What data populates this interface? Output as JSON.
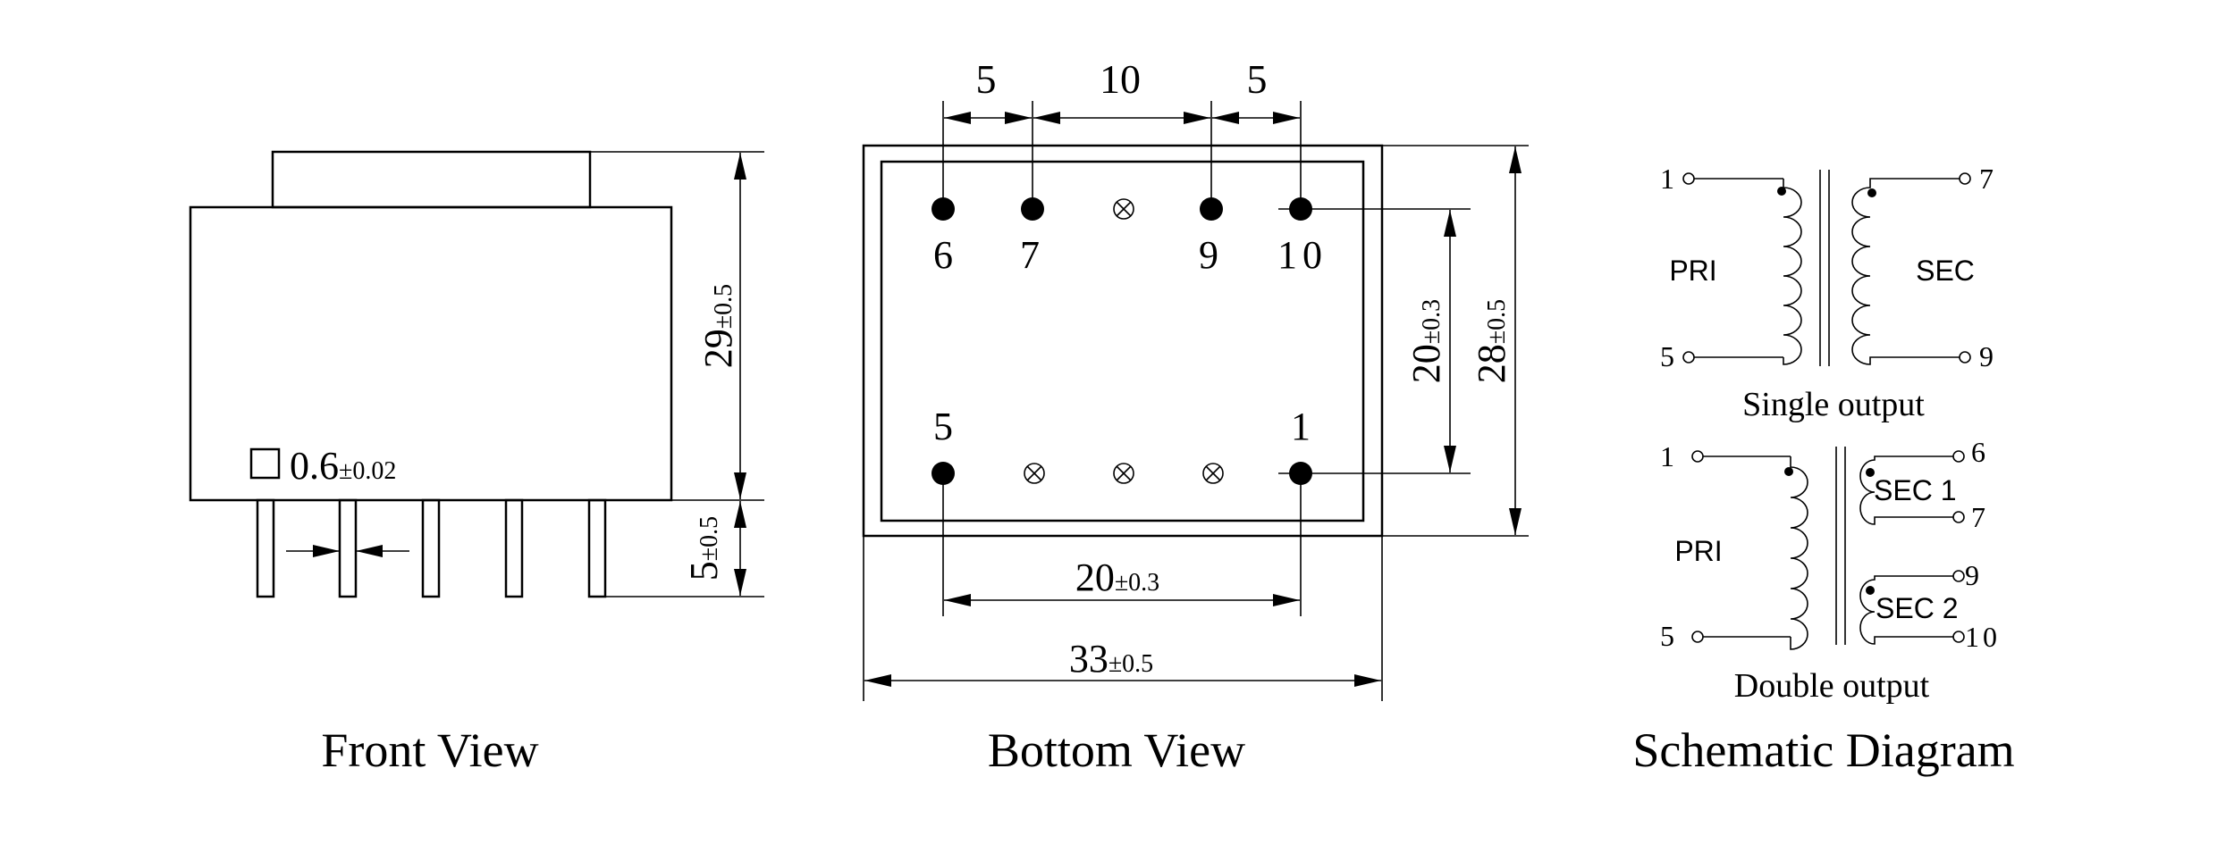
{
  "colors": {
    "ink": "#000000",
    "background": "#ffffff"
  },
  "views": {
    "front": {
      "caption": "Front View",
      "body_height_label": "29",
      "body_height_tol": "±0.5",
      "pin_length_label": "5",
      "pin_length_tol": "±0.5",
      "pin_size_label": "0.6",
      "pin_size_tol": "±0.02"
    },
    "bottom": {
      "caption": "Bottom View",
      "top_dims": [
        "5",
        "10",
        "5"
      ],
      "top_pins": [
        "6",
        "7",
        "9",
        "10"
      ],
      "bottom_pins": [
        "5",
        "1"
      ],
      "row_spacing_label": "20",
      "row_spacing_tol": "±0.3",
      "height_label": "28",
      "height_tol": "±0.5",
      "pin_span_label": "20",
      "pin_span_tol": "±0.3",
      "width_label": "33",
      "width_tol": "±0.5"
    },
    "schematic": {
      "caption": "Schematic Diagram",
      "single": {
        "title": "Single output",
        "pri_label": "PRI",
        "sec_label": "SEC",
        "pins": {
          "pri_top": "1",
          "pri_bottom": "5",
          "sec_top": "7",
          "sec_bottom": "9"
        }
      },
      "double": {
        "title": "Double output",
        "pri_label": "PRI",
        "sec1_label": "SEC 1",
        "sec2_label": "SEC 2",
        "pins": {
          "pri_top": "1",
          "pri_bottom": "5",
          "sec1_top": "6",
          "sec1_bottom": "7",
          "sec2_top": "9",
          "sec2_bottom": "10"
        }
      }
    }
  }
}
